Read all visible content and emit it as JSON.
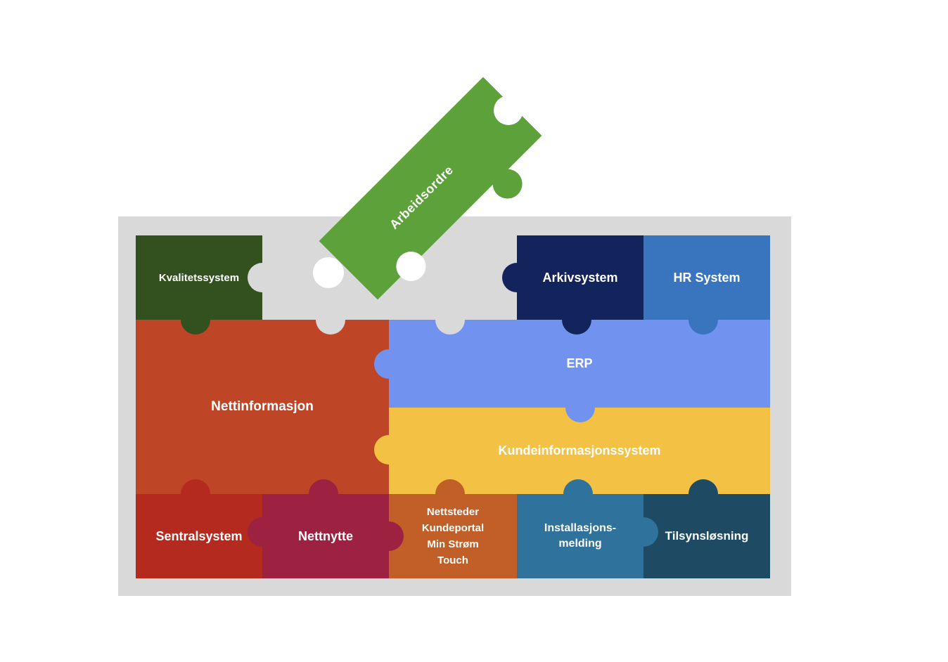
{
  "board": {
    "background": "#d9d9d9"
  },
  "socket": {
    "color": "#ffffff"
  },
  "pieces": {
    "arbeidsordre": {
      "label": "Arbeidsordre",
      "color": "#5ca13a"
    },
    "kvalitetssystem": {
      "label": "Kvalitetssystem",
      "color": "#33511f"
    },
    "arkivsystem": {
      "label": "Arkivsystem",
      "color": "#13235b"
    },
    "hr_system": {
      "label": "HR System",
      "color": "#3875be"
    },
    "nettinformasjon": {
      "label": "Nettinformasjon",
      "color": "#bf4527"
    },
    "erp": {
      "label": "ERP",
      "color": "#7193ef"
    },
    "kundeinformasjonssystem": {
      "label": "Kundeinformasjonssystem",
      "color": "#f3c144"
    },
    "sentralsystem": {
      "label": "Sentralsystem",
      "color": "#b42a1e"
    },
    "nettnytte": {
      "label": "Nettnytte",
      "color": "#9d2242"
    },
    "nettsteder": {
      "lines": [
        "Nettsteder",
        "Kundeportal",
        "Min Strøm",
        "Touch"
      ],
      "color": "#c25e27"
    },
    "installasjonsmelding": {
      "lines": [
        "Installasjons-",
        "melding"
      ],
      "color": "#2f729c"
    },
    "tilsynslosning": {
      "label": "Tilsynsløsning",
      "color": "#1e4b63"
    }
  }
}
